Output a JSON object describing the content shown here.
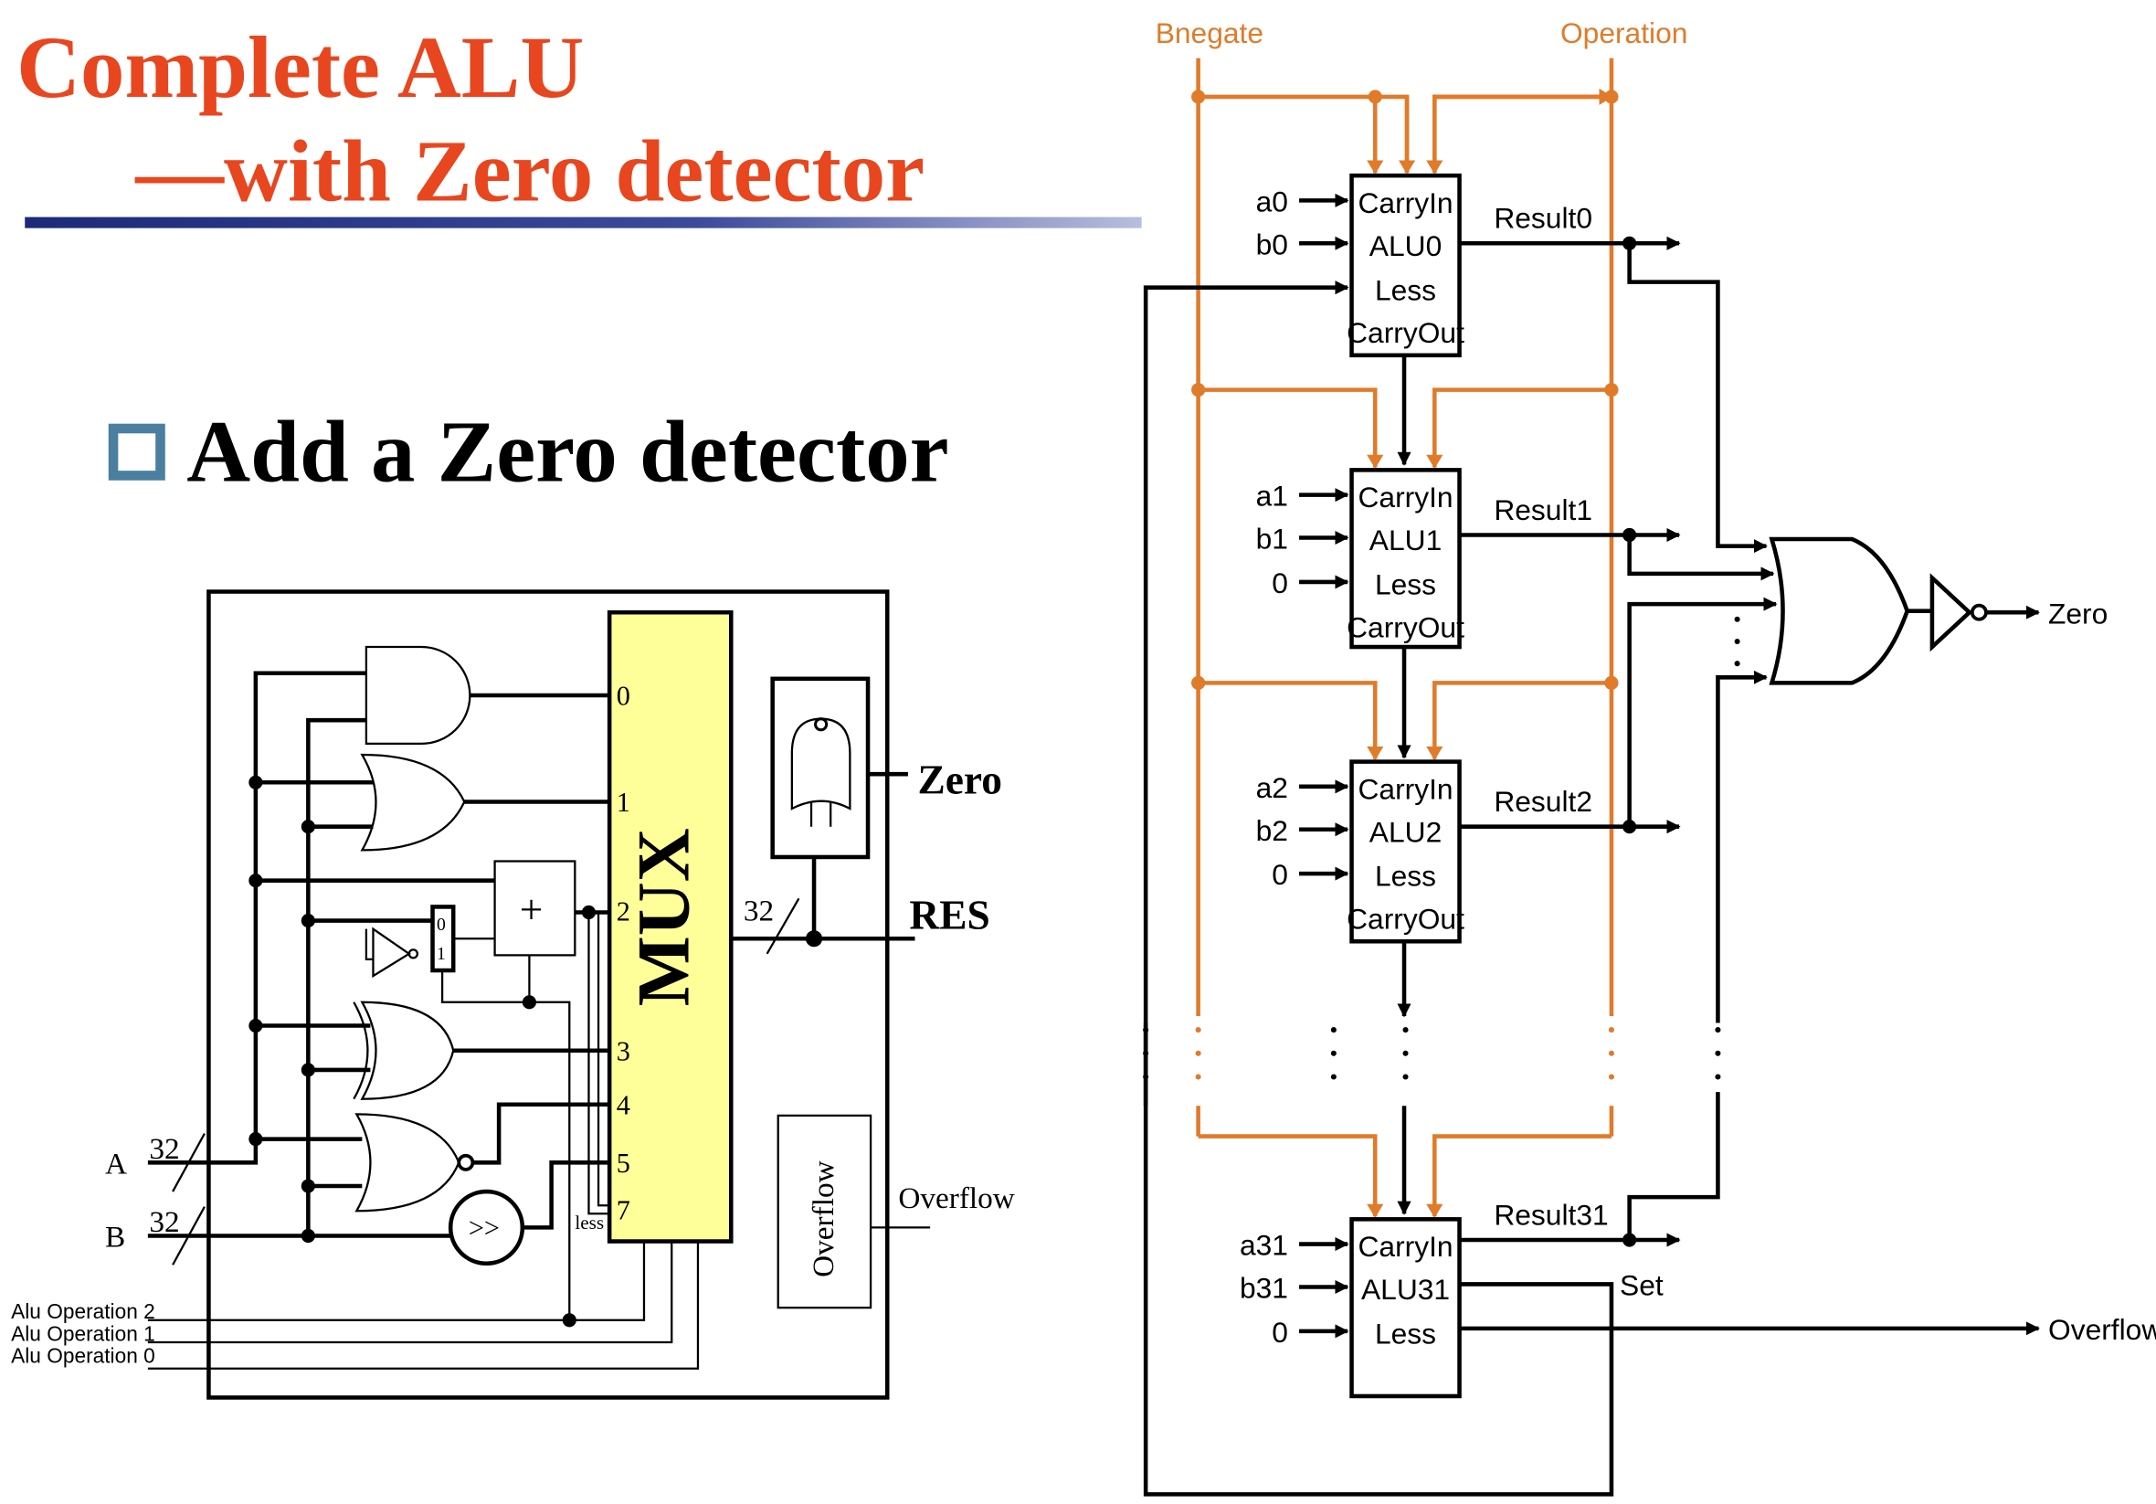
{
  "title": {
    "line1": "Complete ALU",
    "line2": "—with Zero detector",
    "color": "#e8461e"
  },
  "bullet": {
    "text": "Add a Zero detector",
    "bullet_color": "#4a7fa0"
  },
  "left_diagram": {
    "mux_label": "MUX",
    "mux_fill": "#ffff99",
    "mux_inputs": [
      "0",
      "1",
      "2",
      "3",
      "4",
      "5",
      "7"
    ],
    "less_label": "less",
    "plus_label": "+",
    "inner_mux_labels": [
      "0",
      "1"
    ],
    "shift_label": ">>",
    "input_a": "A",
    "input_b": "B",
    "bus_width": "32",
    "output_width": "32",
    "zero_label": "Zero",
    "res_label": "RES",
    "overflow_box_label": "Overflow",
    "overflow_label": "Overflow",
    "control_lines": [
      "Alu Operation 2",
      "Alu Operation 1",
      "Alu Operation 0"
    ]
  },
  "right_diagram": {
    "control_color": "#e07b2a",
    "bnegate": "Bnegate",
    "operation": "Operation",
    "alus": [
      {
        "name": "ALU0",
        "inputs": [
          "a0",
          "b0",
          ""
        ],
        "result": "Result0",
        "ports": [
          "CarryIn",
          "Less",
          "CarryOut"
        ]
      },
      {
        "name": "ALU1",
        "inputs": [
          "a1",
          "b1",
          "0"
        ],
        "result": "Result1",
        "ports": [
          "CarryIn",
          "Less",
          "CarryOut"
        ]
      },
      {
        "name": "ALU2",
        "inputs": [
          "a2",
          "b2",
          "0"
        ],
        "result": "Result2",
        "ports": [
          "CarryIn",
          "Less",
          "CarryOut"
        ]
      },
      {
        "name": "ALU31",
        "inputs": [
          "a31",
          "b31",
          "0"
        ],
        "result": "Result31",
        "ports": [
          "CarryIn",
          "Less",
          ""
        ]
      }
    ],
    "set_label": "Set",
    "zero_label": "Zero",
    "overflow_label": "Overflow"
  }
}
